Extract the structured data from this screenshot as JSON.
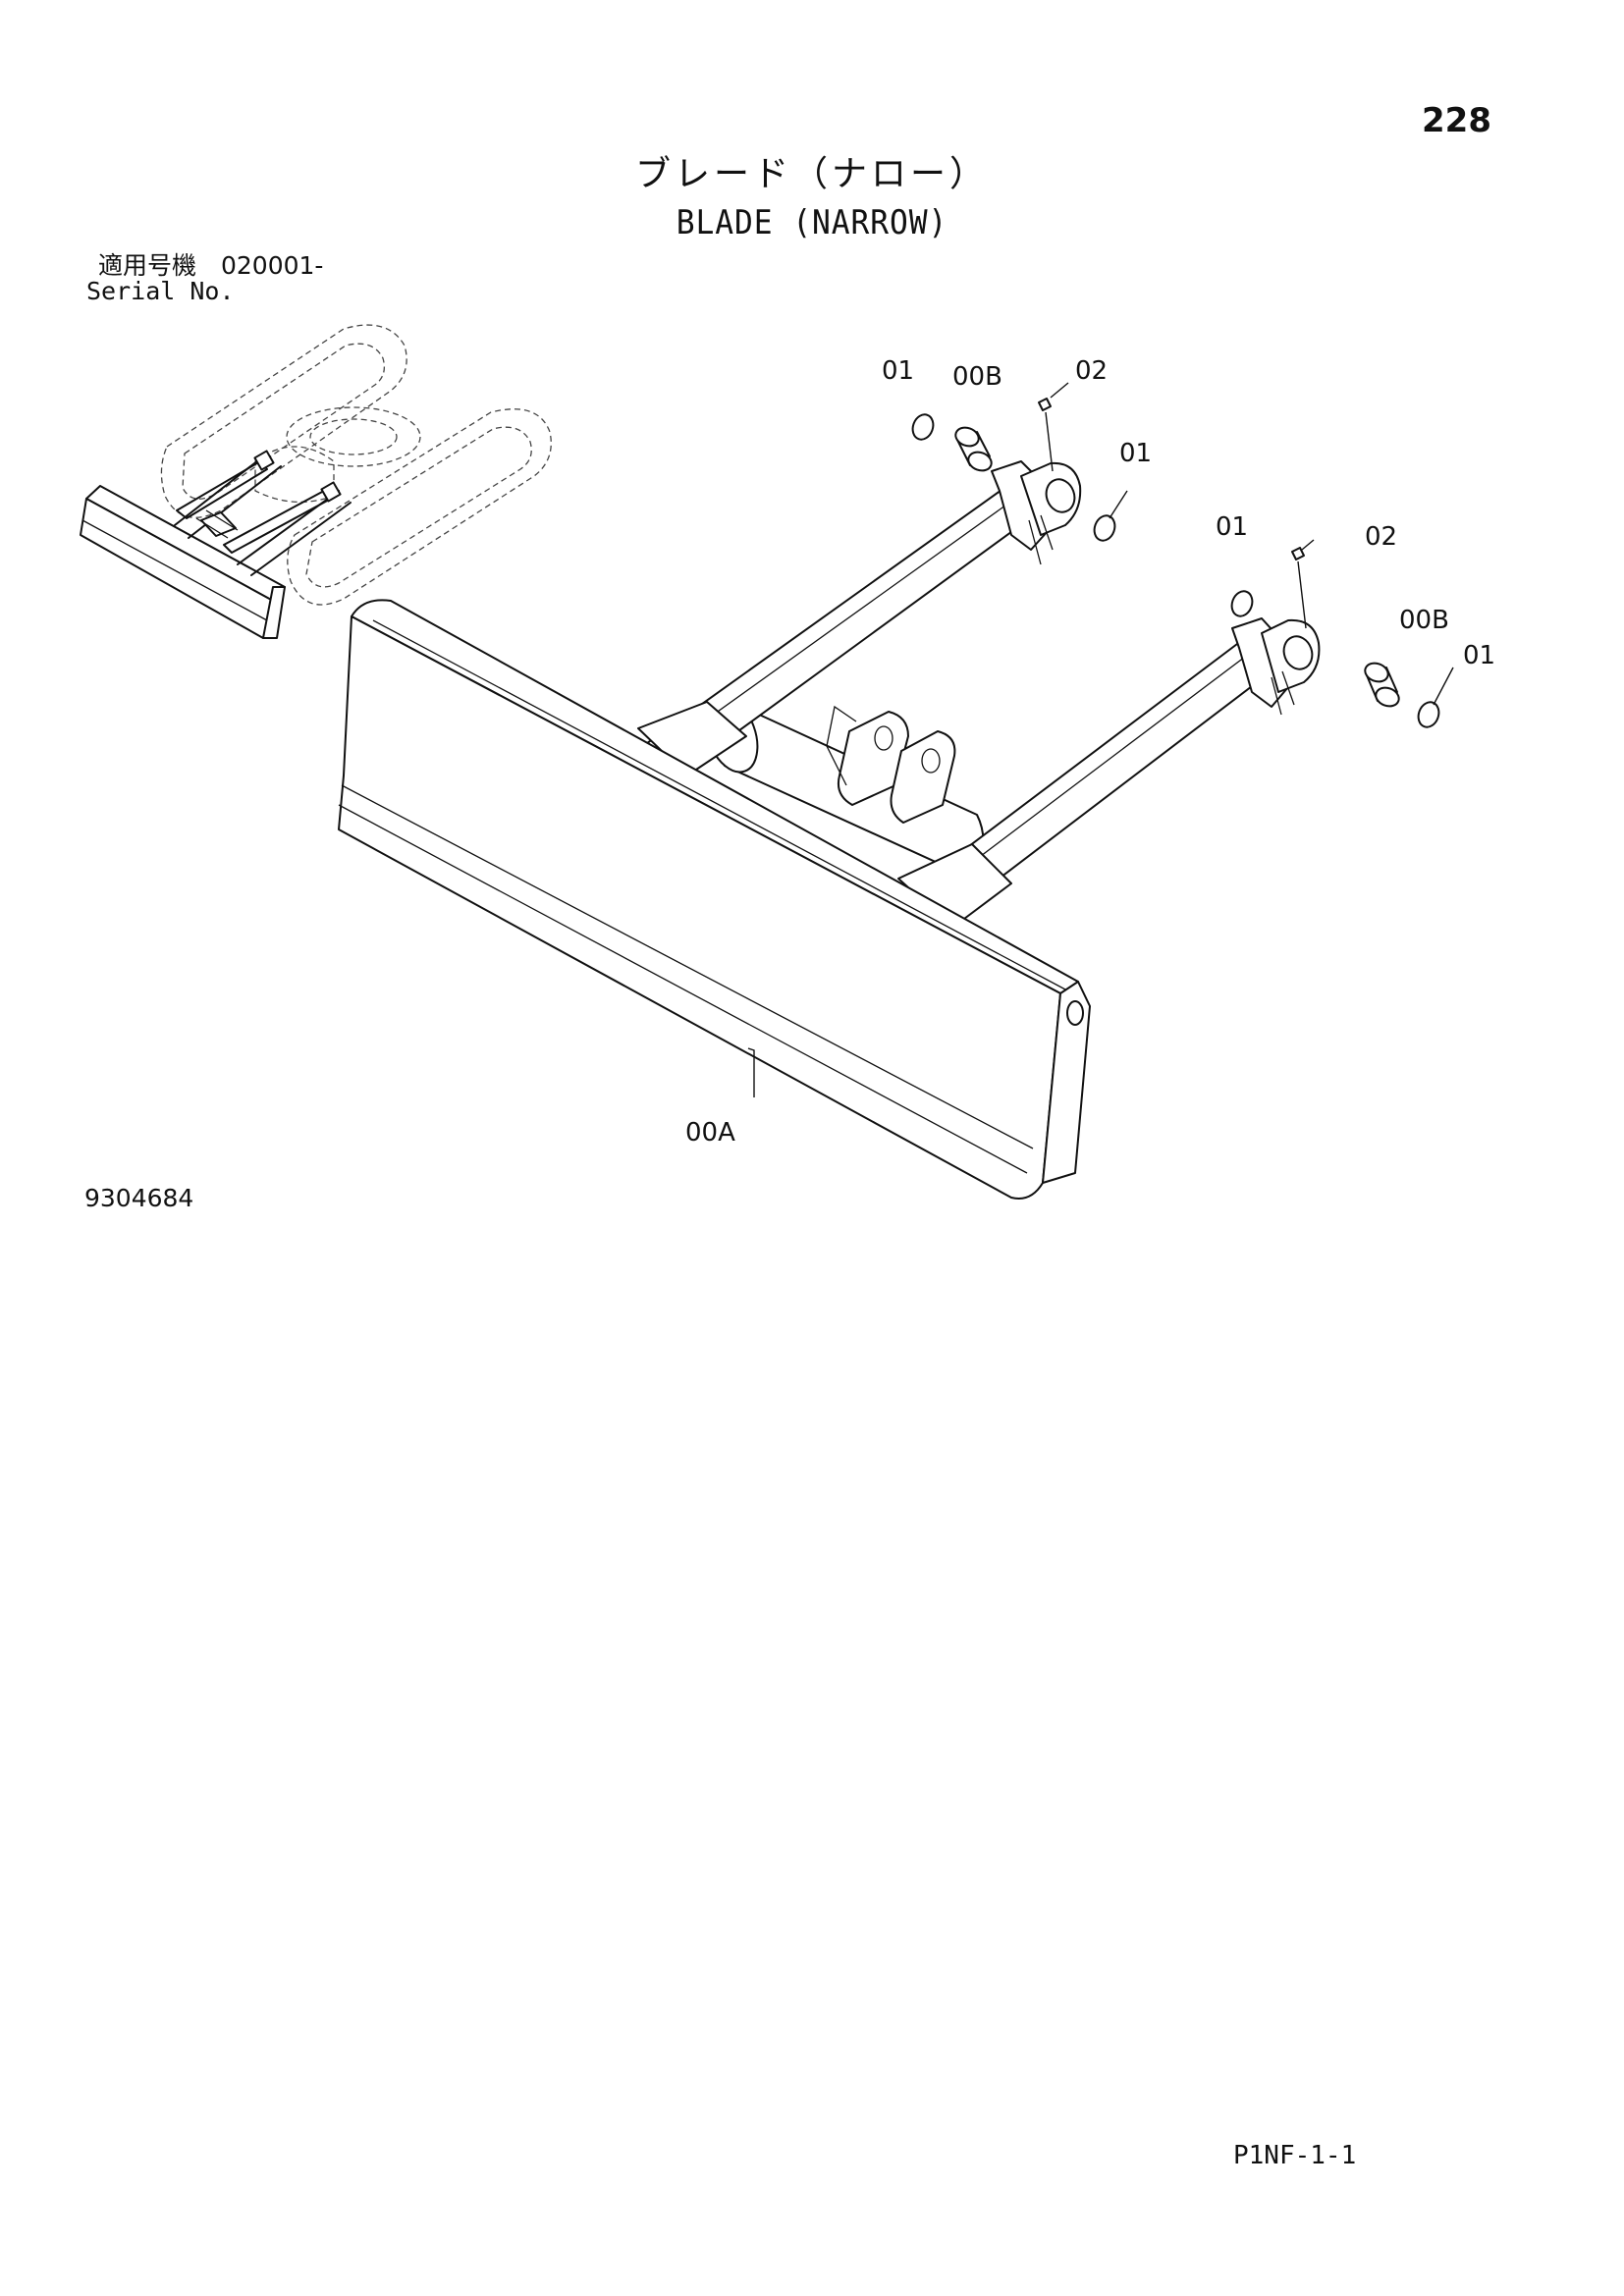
{
  "page_number": "228",
  "title_jp": "ブレード（ナロー）",
  "title_en": "BLADE (NARROW)",
  "serial_label_jp": "適用号機　020001-",
  "serial_label_en": "Serial No.",
  "drawing_number": "9304684",
  "page_code": "P1NF-1-1",
  "callouts": [
    "01",
    "00B",
    "02",
    "01",
    "01",
    "02",
    "00B",
    "01",
    "00A"
  ]
}
